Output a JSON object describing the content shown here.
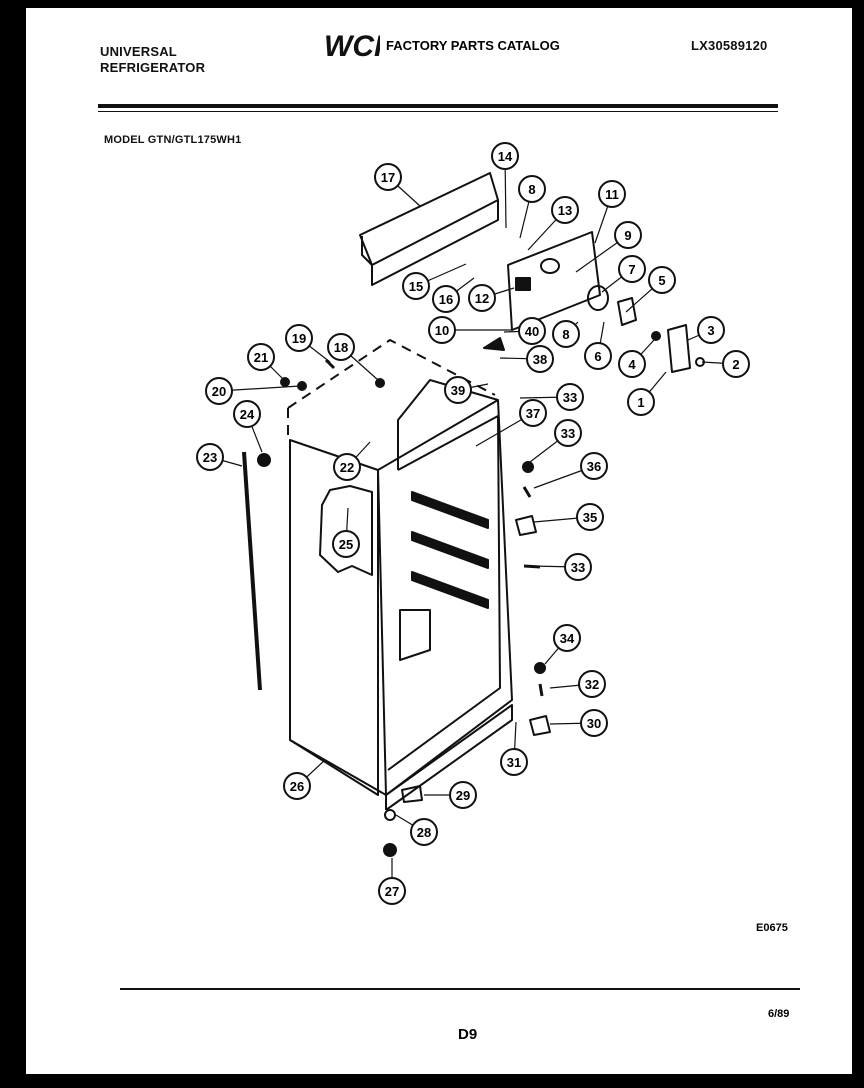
{
  "header": {
    "brand_line1": "UNIVERSAL",
    "brand_line2": "REFRIGERATOR",
    "logo_mark": "WCI",
    "catalog_title": "FACTORY PARTS CATALOG",
    "catalog_number": "LX30589120",
    "model": "MODEL GTN/GTL175WH1"
  },
  "diagram": {
    "callouts": [
      {
        "label": "17"
      },
      {
        "label": "14"
      },
      {
        "label": "8"
      },
      {
        "label": "13"
      },
      {
        "label": "11"
      },
      {
        "label": "9"
      },
      {
        "label": "7"
      },
      {
        "label": "5"
      },
      {
        "label": "12"
      },
      {
        "label": "15"
      },
      {
        "label": "16"
      },
      {
        "label": "10"
      },
      {
        "label": "40"
      },
      {
        "label": "8"
      },
      {
        "label": "6"
      },
      {
        "label": "3"
      },
      {
        "label": "4"
      },
      {
        "label": "2"
      },
      {
        "label": "1"
      },
      {
        "label": "19"
      },
      {
        "label": "18"
      },
      {
        "label": "21"
      },
      {
        "label": "38"
      },
      {
        "label": "20"
      },
      {
        "label": "39"
      },
      {
        "label": "33"
      },
      {
        "label": "24"
      },
      {
        "label": "37"
      },
      {
        "label": "33"
      },
      {
        "label": "23"
      },
      {
        "label": "22"
      },
      {
        "label": "36"
      },
      {
        "label": "35"
      },
      {
        "label": "25"
      },
      {
        "label": "33"
      },
      {
        "label": "34"
      },
      {
        "label": "32"
      },
      {
        "label": "30"
      },
      {
        "label": "31"
      },
      {
        "label": "26"
      },
      {
        "label": "29"
      },
      {
        "label": "28"
      },
      {
        "label": "27"
      }
    ]
  },
  "footer": {
    "figure_ref": "E0675",
    "date": "6/89",
    "page": "D9"
  }
}
